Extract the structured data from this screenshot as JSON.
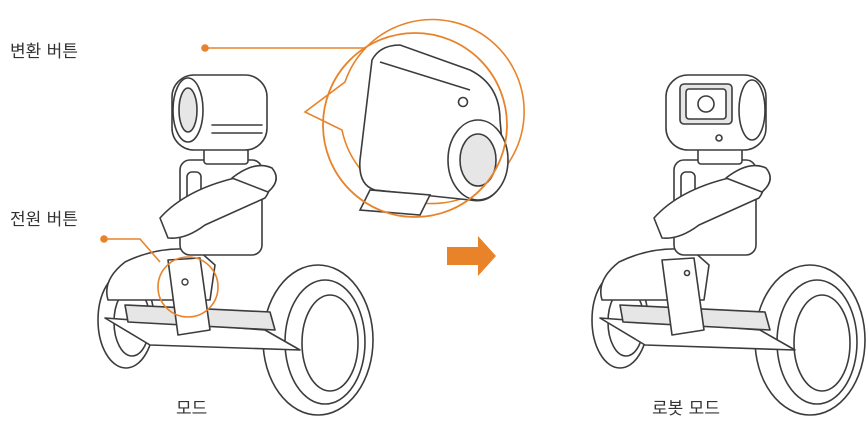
{
  "labels": {
    "convert_button": "변환 버튼",
    "power_button": "전원 버튼",
    "mode_caption": "모드",
    "robot_mode_caption": "로봇 모드"
  },
  "colors": {
    "accent": "#e8832a",
    "line": "#3c3c3c",
    "fill": "#ffffff",
    "shade": "#e6e6e6"
  }
}
